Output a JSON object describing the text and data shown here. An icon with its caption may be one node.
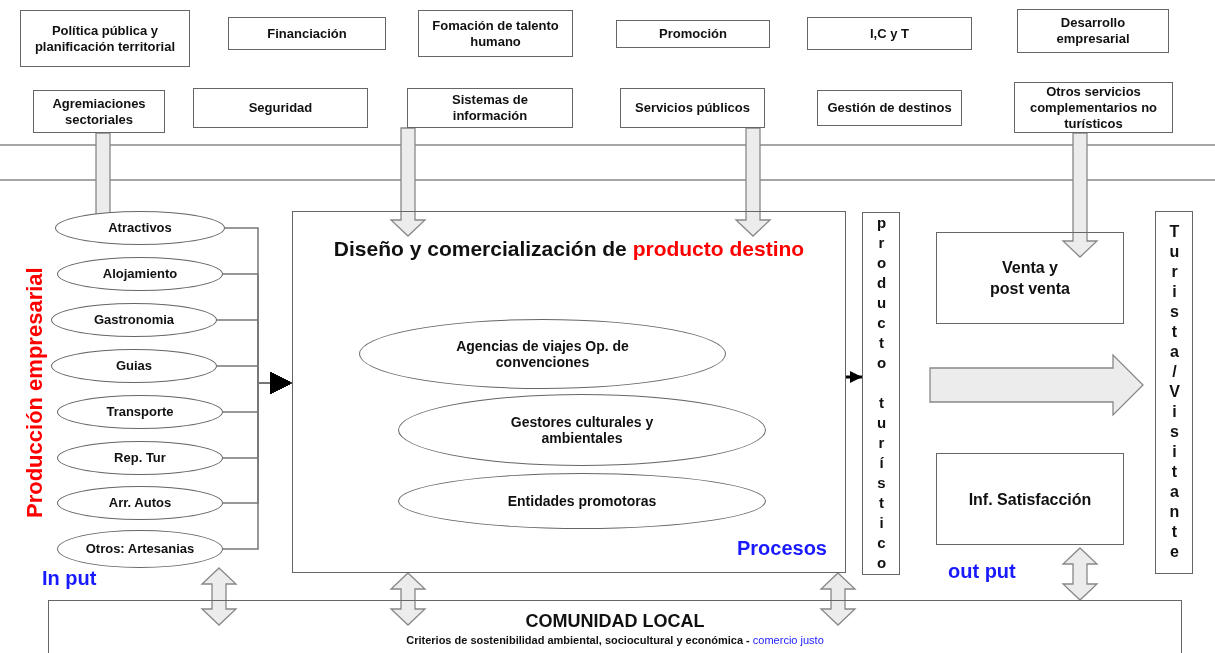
{
  "diagram": {
    "nodes": [
      {
        "text": [
          "Política pública y planificación territorial"
        ]
      },
      {
        "text": [
          "Financiación"
        ]
      },
      {
        "text": [
          "Fomación de talento humano"
        ]
      },
      {
        "text": [
          "Promoción"
        ]
      },
      {
        "text": [
          "I,C y T"
        ]
      },
      {
        "text": [
          "Desarrollo empresarial"
        ]
      },
      {
        "text": [
          "Agremiaciones sectoriales"
        ]
      },
      {
        "text": [
          "Seguridad"
        ]
      },
      {
        "text": [
          "Sistemas de información"
        ]
      },
      {
        "text": [
          "Servicios públicos"
        ]
      },
      {
        "text": [
          "Gestión de destinos"
        ]
      },
      {
        "text": [
          "Otros servicios complementarios no turísticos"
        ]
      },
      {
        "text": [
          "Atractivos"
        ]
      },
      {
        "text": [
          "Alojamiento"
        ]
      },
      {
        "text": [
          "Gastronomia"
        ]
      },
      {
        "text": [
          "Guias"
        ]
      },
      {
        "text": [
          "Transporte"
        ]
      },
      {
        "text": [
          "Rep. Tur"
        ]
      },
      {
        "text": [
          "Arr. Autos"
        ]
      },
      {
        "text": [
          "Otros: Artesanias"
        ]
      },
      {
        "text": [
          "Diseño y comercialización de *producto destino*",
          "Procesos"
        ]
      },
      {
        "text": [
          "Agencias de viajes Op. de convenciones"
        ],
        "in": 20
      },
      {
        "text": [
          "Gestores culturales y ambientales"
        ],
        "in": 20
      },
      {
        "text": [
          "Entidades promotoras"
        ],
        "in": 20
      },
      {
        "text": [
          "producto turístico"
        ]
      },
      {
        "text": [
          "Venta y post venta"
        ]
      },
      {
        "text": [
          "Inf. Satisfacción"
        ]
      },
      {
        "text": [
          "Turista/Visitante"
        ]
      },
      {
        "text": [
          "COMUNIDAD LOCAL",
          "Criterios de sostenibilidad ambiental, sociocultural y económica - *comercio justo*"
        ]
      }
    ],
    "edges": [
      {
        "from": 6,
        "to": 12,
        "arrow": "to",
        "style": "thick"
      },
      {
        "from": 8,
        "to": 20,
        "arrow": "to",
        "style": "thick"
      },
      {
        "from": 9,
        "to": 20,
        "arrow": "to",
        "style": "thick"
      },
      {
        "from": 11,
        "to": 25,
        "arrow": "to",
        "style": "thick"
      },
      {
        "from": 12,
        "to": 20,
        "arrow": "to"
      },
      {
        "from": 13,
        "to": 20,
        "arrow": "to"
      },
      {
        "from": 14,
        "to": 20,
        "arrow": "to"
      },
      {
        "from": 15,
        "to": 20,
        "arrow": "to"
      },
      {
        "from": 16,
        "to": 20,
        "arrow": "to"
      },
      {
        "from": 17,
        "to": 20,
        "arrow": "to"
      },
      {
        "from": 18,
        "to": 20,
        "arrow": "to"
      },
      {
        "from": 19,
        "to": 20,
        "arrow": "to"
      },
      {
        "from": 20,
        "to": 24,
        "arrow": "to",
        "color": "#000000"
      },
      {
        "from": 24,
        "to": 27,
        "arrow": "to",
        "style": "thick"
      },
      {
        "from": 19,
        "to": 28,
        "arrow": "both",
        "style": "thick"
      },
      {
        "from": 20,
        "to": 28,
        "arrow": "both",
        "style": "thick"
      },
      {
        "from": 20,
        "to": 28,
        "arrow": "both",
        "style": "thick"
      },
      {
        "from": null,
        "to": 28,
        "arrow": "both",
        "style": "thick"
      }
    ],
    "labels": [
      "Producción empresarial",
      "In put",
      "out put"
    ]
  }
}
